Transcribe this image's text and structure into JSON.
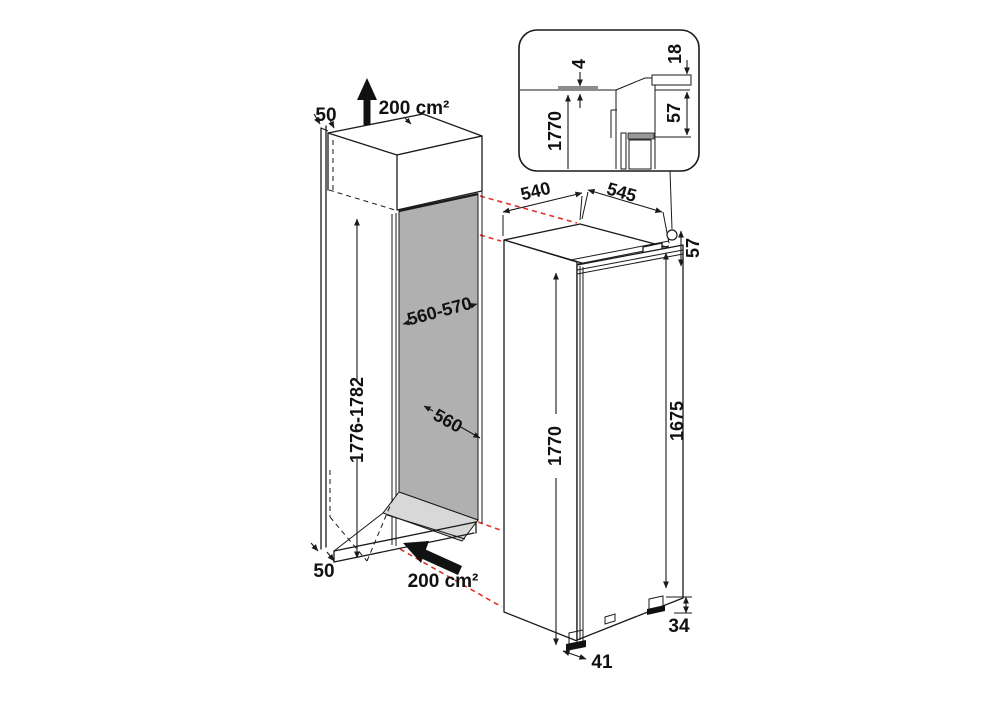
{
  "colors": {
    "line": "#1a1a1a",
    "alignment_red": "#e53028",
    "niche_panel_gray": "#b0b0b0",
    "niche_floor_gray": "#d8d8d8",
    "background": "#ffffff"
  },
  "cabinet": {
    "top_clearance": "50",
    "top_vent": "200 cm²",
    "niche_width": "560-570",
    "niche_depth": "560",
    "niche_height": "1776-1782",
    "bottom_clearance": "50",
    "bottom_vent": "200 cm²"
  },
  "appliance": {
    "top_depth_left": "540",
    "top_depth_right": "545",
    "top_offset": "57",
    "height": "1770",
    "door_height": "1675",
    "base_height": "34",
    "base_depth": "41"
  },
  "inset": {
    "top_gap": "4",
    "cover_height": "18",
    "niche_height": "1770",
    "door_top_offset": "57"
  }
}
